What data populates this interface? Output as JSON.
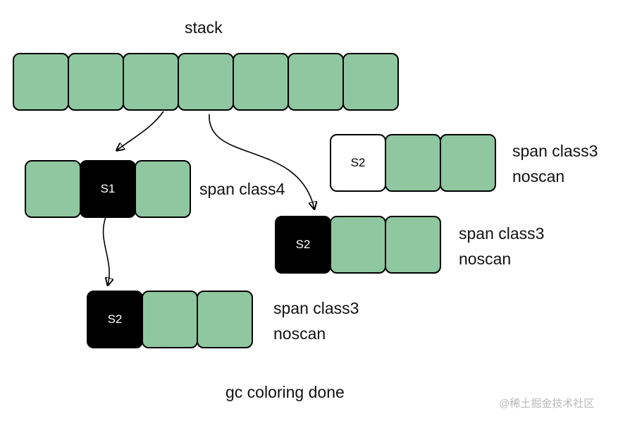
{
  "title": "stack",
  "footer": "gc coloring done",
  "watermark": "@稀土掘金技术社区",
  "colors": {
    "cell_green": "#8fc7a0",
    "cell_black": "#000000",
    "cell_white": "#ffffff",
    "border": "#000000",
    "watermark_gray": "#b9b9b9"
  },
  "stack": {
    "label": "stack",
    "cell_count": 7
  },
  "groups": [
    {
      "name": "span-class4",
      "label_line1": "span class4",
      "label_line2": "",
      "cells": [
        {
          "color": "green",
          "label": ""
        },
        {
          "color": "black",
          "label": "S1"
        },
        {
          "color": "green",
          "label": ""
        }
      ]
    },
    {
      "name": "span-class3-top-right",
      "label_line1": "span class3",
      "label_line2": "noscan",
      "cells": [
        {
          "color": "white",
          "label": "S2"
        },
        {
          "color": "green",
          "label": ""
        },
        {
          "color": "green",
          "label": ""
        }
      ]
    },
    {
      "name": "span-class3-middle-right",
      "label_line1": "span class3",
      "label_line2": "noscan",
      "cells": [
        {
          "color": "black",
          "label": "S2"
        },
        {
          "color": "green",
          "label": ""
        },
        {
          "color": "green",
          "label": ""
        }
      ]
    },
    {
      "name": "span-class3-bottom",
      "label_line1": "span class3",
      "label_line2": "noscan",
      "cells": [
        {
          "color": "black",
          "label": "S2"
        },
        {
          "color": "green",
          "label": ""
        },
        {
          "color": "green",
          "label": ""
        }
      ]
    }
  ],
  "arrows": [
    {
      "name": "stack-to-span-class4"
    },
    {
      "name": "stack-to-span-class3-middle"
    },
    {
      "name": "s1-to-span-class3-bottom"
    }
  ]
}
